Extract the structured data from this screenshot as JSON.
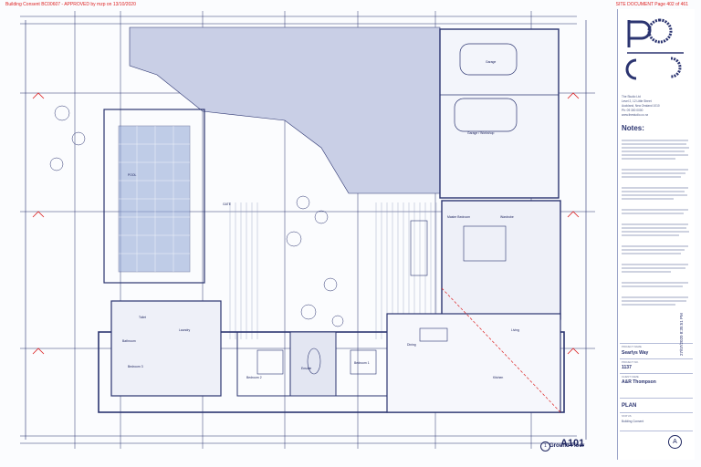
{
  "stamps": {
    "approval": "Building Consent BC00607 - APPROVED by mzp on 13/10/2020",
    "site_document": "SITE DOCUMENT Page 402 of 461"
  },
  "title_block": {
    "logo_text": "pac",
    "company_lines": [
      "The Studio Ltd",
      "Level 2, 12 Little Street",
      "Auckland, New Zealand 1010",
      "Ph: 09 300 0000",
      "www.thestudio.co.nz"
    ],
    "notes_title": "Notes:",
    "project_name_label": "PROJECT NAME",
    "project_name": "Searlys Way",
    "project_no_label": "PROJECT NO.",
    "project_no": "1137",
    "client_label": "CLIENT NAME",
    "client": "A&R Thompson",
    "drawing_title": "PLAN",
    "status_label": "STATUS",
    "status": "Building Consent",
    "drawing_number": "A101",
    "revision": "A",
    "timestamp": "27/07/2020 8:35:51 PM"
  },
  "plan": {
    "floor_label": "Ground Floor",
    "floor_number": "1",
    "rooms": [
      "Garage",
      "Garage / Workshop",
      "POOL",
      "GATE",
      "Master Bedroom",
      "Wardrobe",
      "Bedroom 1",
      "Bedroom 2",
      "Bedroom 3",
      "Dining",
      "Kitchen",
      "Living",
      "Ensuite",
      "Toilet",
      "Laundry",
      "Bathroom"
    ]
  },
  "colors": {
    "line": "#2b3470",
    "shade": "#c9cfe6",
    "stamp": "#d22222",
    "pool": "#8fa6d6"
  }
}
